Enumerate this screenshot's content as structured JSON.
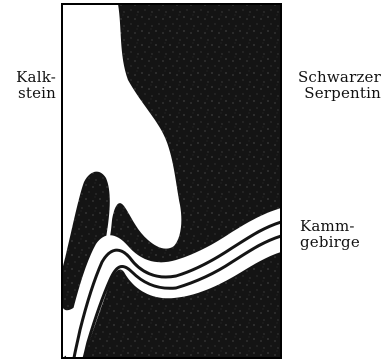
{
  "labels": {
    "kalkstein": [
      "Kalk-",
      "stein"
    ],
    "serpentin": [
      "Schwarzer",
      "Serpentin"
    ],
    "kammgebirge": [
      "Kamm-",
      "gebirge"
    ]
  },
  "colors": {
    "serpentin": "#141414",
    "kalkstein": "#ffffff",
    "vein": "#ffffff",
    "frame": "#000000",
    "text": "#111111"
  }
}
